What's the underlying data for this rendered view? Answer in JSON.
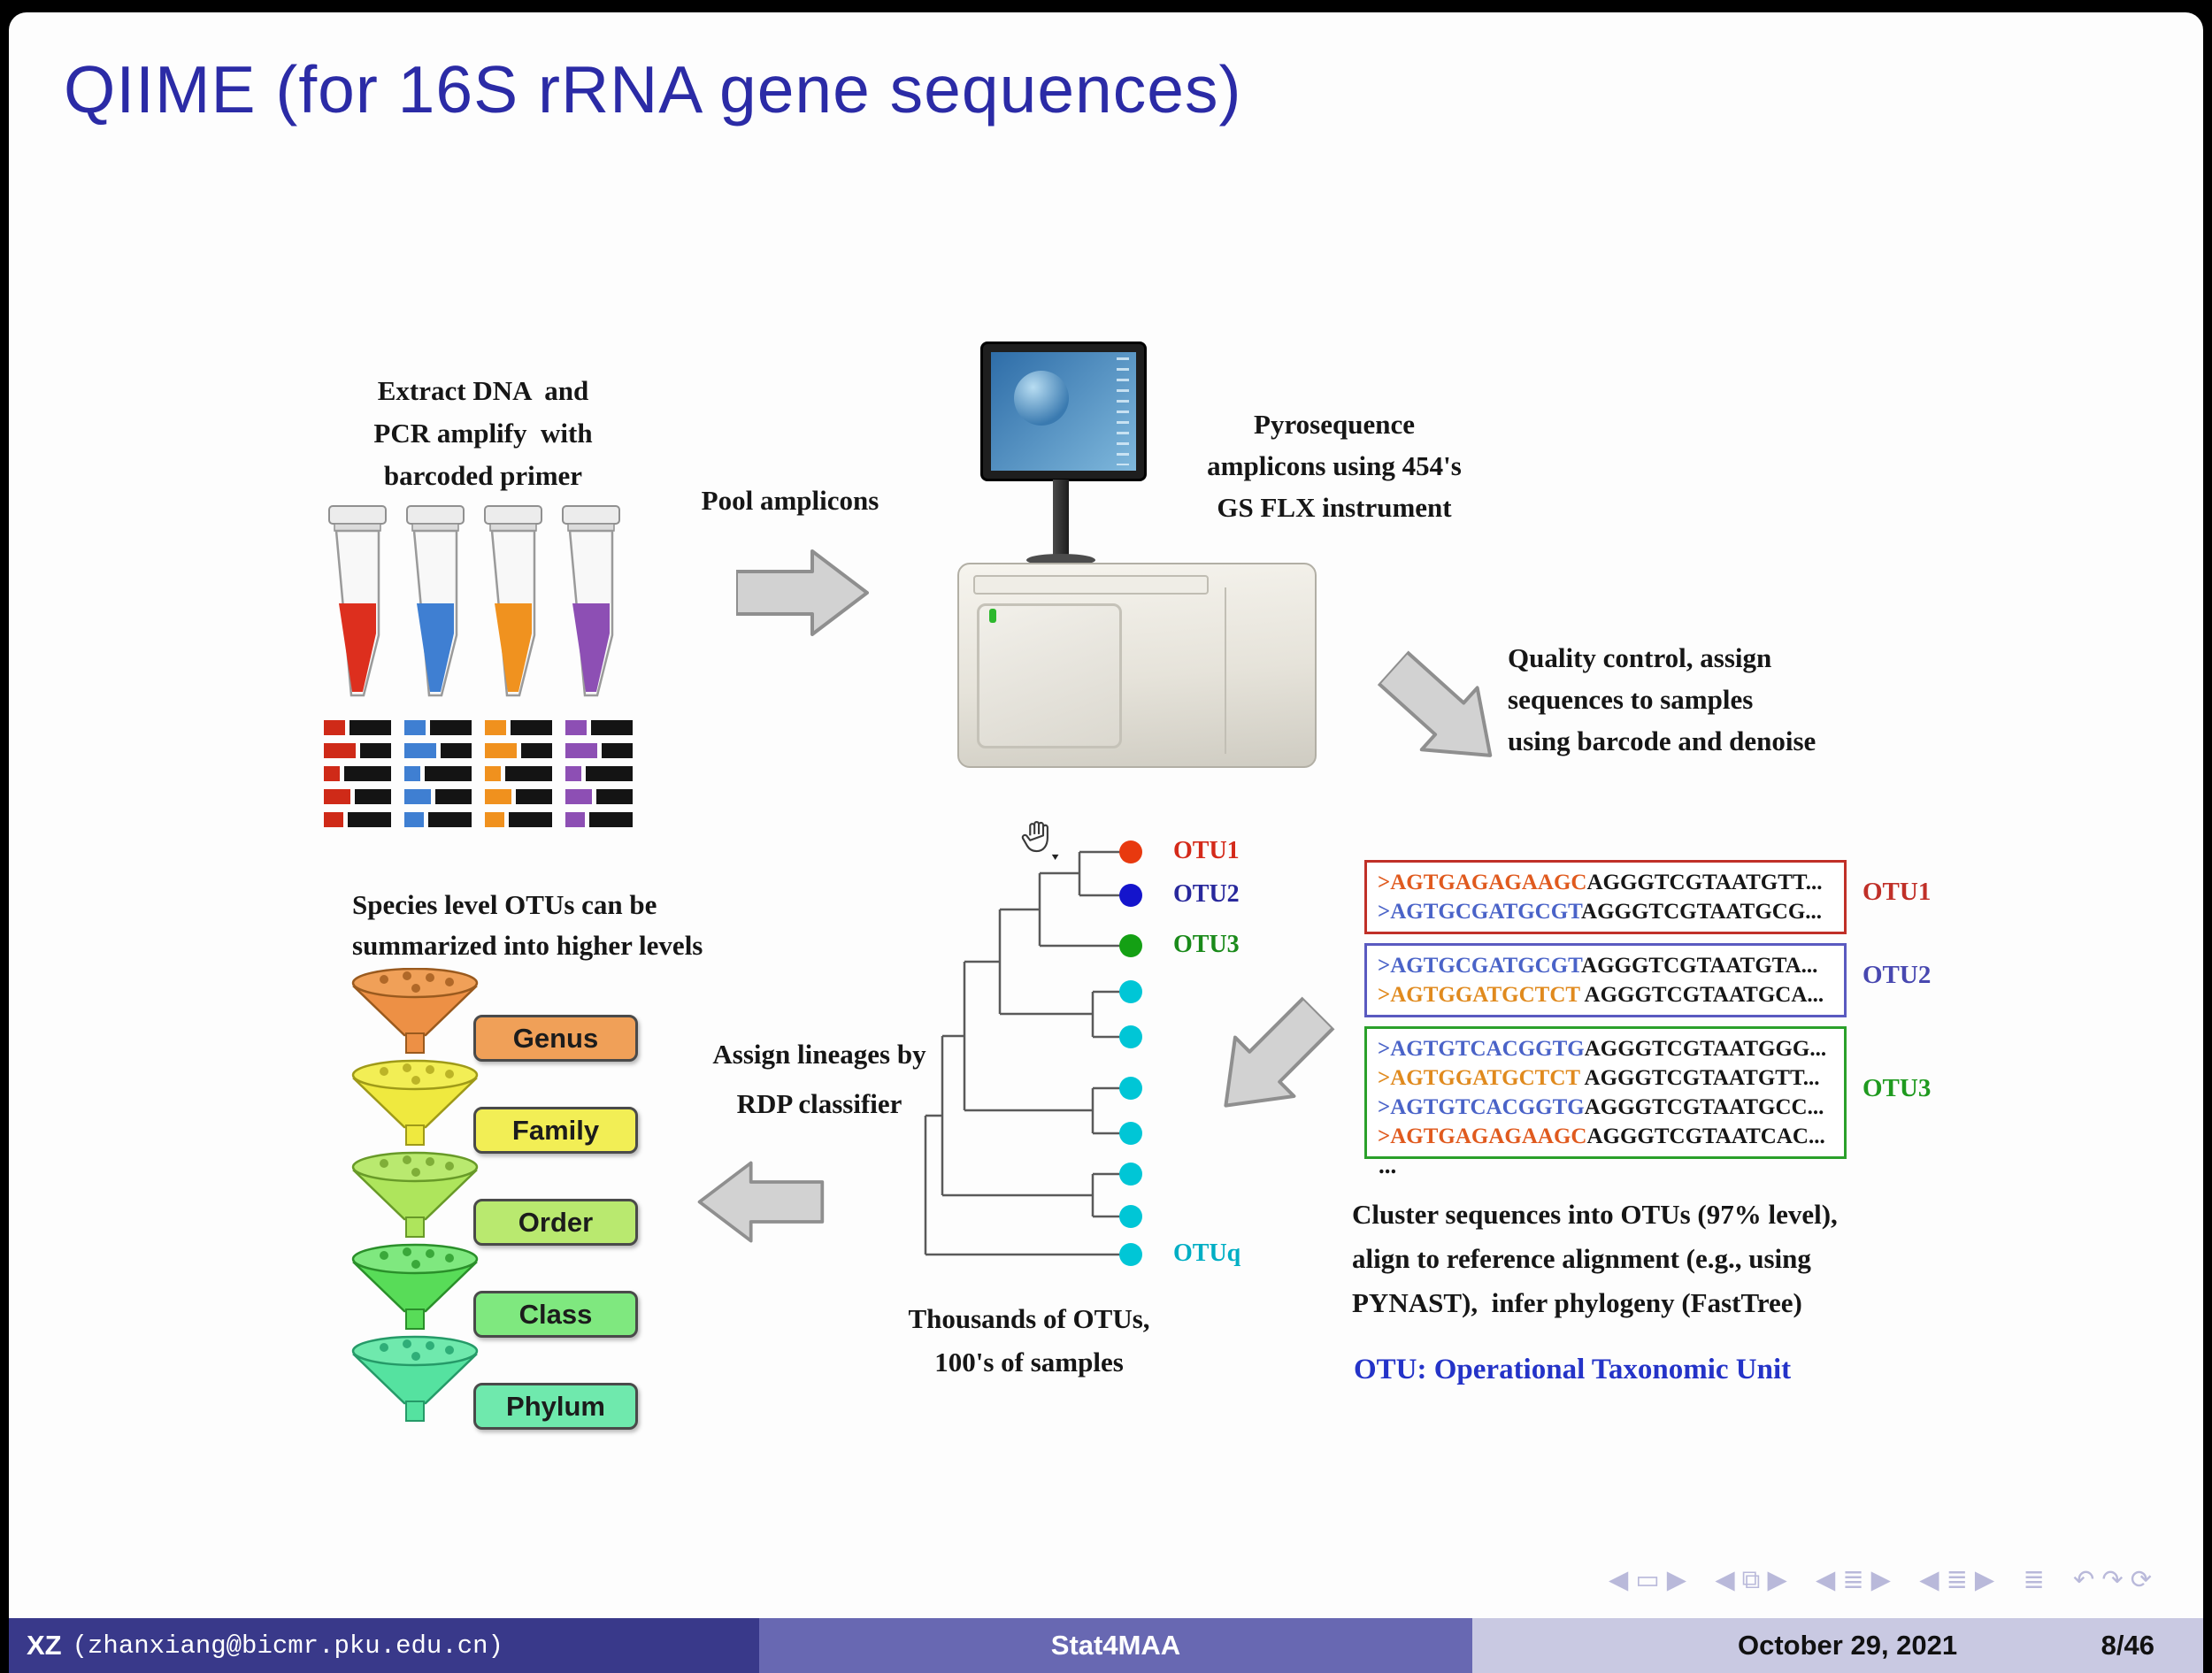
{
  "title": "QIIME (for 16S rRNA gene sequences)",
  "workflow": {
    "extract": [
      "Extract DNA  and",
      "PCR amplify  with",
      "barcoded primer"
    ],
    "pool": "Pool amplicons",
    "pyrosequence": [
      "Pyrosequence",
      "amplicons using 454's",
      "GS FLX instrument"
    ],
    "quality": [
      "Quality control, assign",
      "sequences to samples",
      "using barcode and denoise"
    ],
    "cluster": [
      "Cluster sequences into OTUs (97% level),",
      "align to reference alignment (e.g., using",
      "PYNAST),  infer phylogeny (FastTree)"
    ],
    "otu_definition": "OTU: Operational Taxonomic Unit",
    "thousands": [
      "Thousands of OTUs,",
      "100's of samples"
    ],
    "assign": [
      "Assign lineages by",
      "RDP classifier"
    ],
    "species": [
      "Species level OTUs can be",
      "summarized into higher levels"
    ]
  },
  "tree": {
    "leaf_color": "#00c6d6",
    "leaves": [
      {
        "label": "OTU1",
        "color": "#e8390f",
        "label_color": "#d42a1a"
      },
      {
        "label": "OTU2",
        "color": "#1414cc",
        "label_color": "#28289c"
      },
      {
        "label": "OTU3",
        "color": "#14a014",
        "label_color": "#1a8a1a"
      },
      {
        "label": "OTUq",
        "color": "#00c6d6",
        "label_color": "#00aec4"
      }
    ]
  },
  "taxonomy": [
    {
      "label": "Genus",
      "fill": "#f0a058"
    },
    {
      "label": "Family",
      "fill": "#f2ee55"
    },
    {
      "label": "Order",
      "fill": "#b9e96f"
    },
    {
      "label": "Class",
      "fill": "#7fe87f"
    },
    {
      "label": "Phylum",
      "fill": "#6fe9ad"
    }
  ],
  "otu_boxes": [
    {
      "label": "OTU1",
      "label_color": "#c03028",
      "border": "#c03028",
      "lines": [
        {
          "head": ">AGTGAGAGAAGC",
          "head_color": "#e05a1e",
          "tail": "AGGGTCGTAATGTT..."
        },
        {
          "head": ">AGTGCGATGCGT",
          "head_color": "#4a63c8",
          "tail": "AGGGTCGTAATGCG..."
        }
      ]
    },
    {
      "label": "OTU2",
      "label_color": "#4848b0",
      "border": "#5a5ac0",
      "lines": [
        {
          "head": ">AGTGCGATGCGT",
          "head_color": "#4a63c8",
          "tail": "AGGGTCGTAATGTA..."
        },
        {
          "head": ">AGTGGATGCTCT",
          "head_color": "#e08a1e",
          "tail": " AGGGTCGTAATGCA..."
        }
      ]
    },
    {
      "label": "OTU3",
      "label_color": "#1f9a1f",
      "border": "#2aa02a",
      "lines": [
        {
          "head": ">AGTGTCACGGTG",
          "head_color": "#4a63c8",
          "tail": "AGGGTCGTAATGGG..."
        },
        {
          "head": ">AGTGGATGCTCT",
          "head_color": "#e08a1e",
          "tail": " AGGGTCGTAATGTT..."
        },
        {
          "head": ">AGTGTCACGGTG",
          "head_color": "#4a63c8",
          "tail": "AGGGTCGTAATGCC..."
        },
        {
          "head": ">AGTGAGAGAAGC",
          "head_color": "#e05a1e",
          "tail": "AGGGTCGTAATCAC..."
        }
      ]
    }
  ],
  "ellipsis": "...",
  "nav_symbols": "◀ ▭ ▶    ◀ ⧉ ▶    ◀ ≣ ▶    ◀ ≣ ▶    ≣    ↶ ↷ ⟳",
  "footer": {
    "author": "XZ",
    "email": "(zhanxiang@bicmr.pku.edu.cn)",
    "center": "Stat4MAA",
    "date": "October 29, 2021",
    "page": "8/46"
  }
}
